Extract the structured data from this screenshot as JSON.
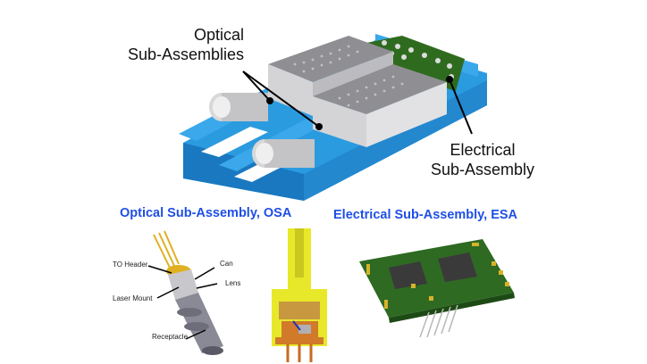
{
  "top_diagram": {
    "labels": {
      "optical_line1": "Optical",
      "optical_line2": "Sub-Assemblies",
      "electrical_line1": "Electrical",
      "electrical_line2": "Sub-Assembly"
    },
    "colors": {
      "housing": "#2b9be0",
      "housing_dark": "#1a78c0",
      "shield": "#a8a8ac",
      "pcb": "#2f6b1f",
      "connector": "#d8d8d8"
    }
  },
  "osa_section": {
    "title": "Optical Sub-Assembly, OSA",
    "callouts": {
      "to_header": "TO Header",
      "can": "Can",
      "lens": "Lens",
      "laser_mount": "Laser Mount",
      "receptacle": "Receptacle"
    },
    "colors": {
      "title": "#1f4fe6",
      "cutaway": "#e8e82a",
      "base": "#d07a2a"
    }
  },
  "esa_section": {
    "title": "Electrical Sub-Assembly, ESA",
    "colors": {
      "pcb": "#2e6a22",
      "pads": "#d8b22a"
    }
  }
}
